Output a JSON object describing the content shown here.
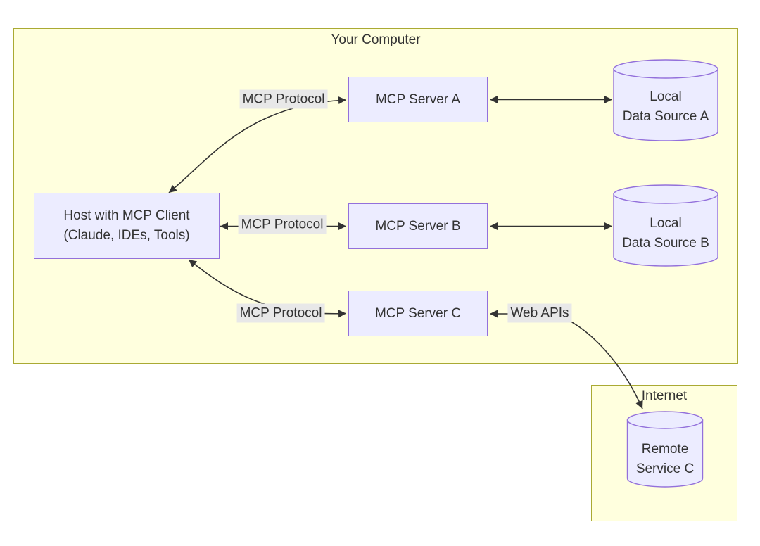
{
  "diagram": {
    "clusters": {
      "your_computer": {
        "label": "Your Computer"
      },
      "internet": {
        "label": "Internet"
      }
    },
    "nodes": {
      "host": {
        "line1": "Host with MCP Client",
        "line2": "(Claude, IDEs, Tools)"
      },
      "server_a": {
        "label": "MCP Server A"
      },
      "server_b": {
        "label": "MCP Server B"
      },
      "server_c": {
        "label": "MCP Server C"
      },
      "data_source_a": {
        "line1": "Local",
        "line2": "Data Source A"
      },
      "data_source_b": {
        "line1": "Local",
        "line2": "Data Source B"
      },
      "remote_service_c": {
        "line1": "Remote",
        "line2": "Service C"
      }
    },
    "edges": {
      "host_server_a": {
        "label": "MCP Protocol"
      },
      "host_server_b": {
        "label": "MCP Protocol"
      },
      "host_server_c": {
        "label": "MCP Protocol"
      },
      "server_c_remote": {
        "label": "Web APIs"
      }
    },
    "colors": {
      "node_fill": "#ECECFF",
      "node_border": "#9370DB",
      "cluster_fill": "#ffffde",
      "cluster_border": "#aaaa33",
      "edge": "#333333",
      "edge_label_bg": "#e8e8e8",
      "text": "#333333"
    }
  }
}
